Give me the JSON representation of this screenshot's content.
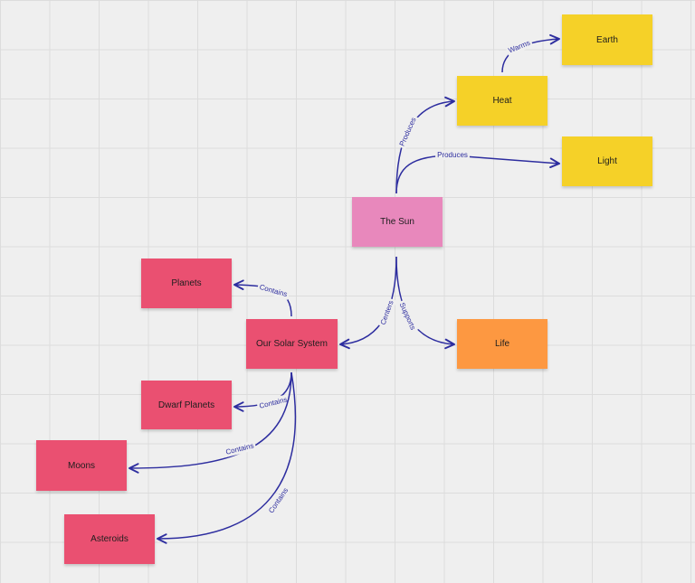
{
  "colors": {
    "yellow": "#f5d128",
    "pink": "#e888bc",
    "red": "#ea5071",
    "orange": "#fd9841",
    "connector": "#2d2d9f",
    "background": "#efefef"
  },
  "nodes": [
    {
      "id": "earth",
      "label": "Earth",
      "color": "yellow"
    },
    {
      "id": "heat",
      "label": "Heat",
      "color": "yellow"
    },
    {
      "id": "light",
      "label": "Light",
      "color": "yellow"
    },
    {
      "id": "sun",
      "label": "The Sun",
      "color": "pink"
    },
    {
      "id": "planets",
      "label": "Planets",
      "color": "red"
    },
    {
      "id": "solar",
      "label": "Our Solar System",
      "color": "red"
    },
    {
      "id": "life",
      "label": "Life",
      "color": "orange"
    },
    {
      "id": "dwarf",
      "label": "Dwarf Planets",
      "color": "red"
    },
    {
      "id": "moons",
      "label": "Moons",
      "color": "red"
    },
    {
      "id": "asteroids",
      "label": "Asteroids",
      "color": "red"
    }
  ],
  "edges": [
    {
      "id": "heat-earth",
      "from": "heat",
      "to": "earth",
      "label": "Warms"
    },
    {
      "id": "sun-heat",
      "from": "sun",
      "to": "heat",
      "label": "Produces"
    },
    {
      "id": "sun-light",
      "from": "sun",
      "to": "light",
      "label": "Produces"
    },
    {
      "id": "sun-solar",
      "from": "sun",
      "to": "solar",
      "label": "Centers"
    },
    {
      "id": "sun-life",
      "from": "sun",
      "to": "life",
      "label": "Supports"
    },
    {
      "id": "solar-planets",
      "from": "solar",
      "to": "planets",
      "label": "Contains"
    },
    {
      "id": "solar-dwarf",
      "from": "solar",
      "to": "dwarf",
      "label": "Contains"
    },
    {
      "id": "solar-moons",
      "from": "solar",
      "to": "moons",
      "label": "Contains"
    },
    {
      "id": "solar-asteroids",
      "from": "solar",
      "to": "asteroids",
      "label": "Contains"
    }
  ]
}
